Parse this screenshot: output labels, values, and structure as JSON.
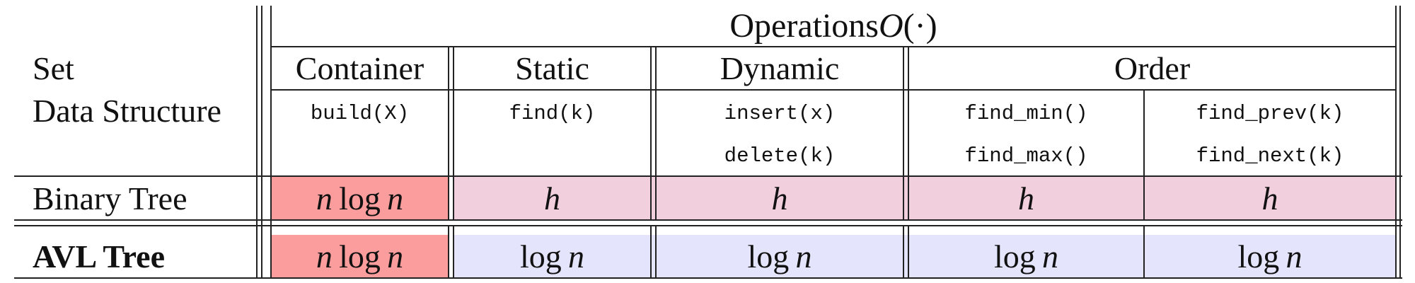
{
  "header": {
    "row_header_line1": "Set",
    "row_header_line2": "Data Structure",
    "operations_title": "Operations ",
    "operations_symbol": "O",
    "operations_paren": "(·)"
  },
  "columns": {
    "container": {
      "label": "Container",
      "ops": [
        "build(X)"
      ]
    },
    "static": {
      "label": "Static",
      "ops": [
        "find(k)"
      ]
    },
    "dynamic": {
      "label": "Dynamic",
      "ops": [
        "insert(x)",
        "delete(k)"
      ]
    },
    "order": {
      "label": "Order",
      "ops_a": [
        "find_min()",
        "find_max()"
      ],
      "ops_b": [
        "find_prev(k)",
        "find_next(k)"
      ]
    }
  },
  "rows": [
    {
      "name": "Binary Tree",
      "bold": false,
      "cells": [
        {
          "pre": "n",
          "word": "log",
          "post": "n"
        },
        {
          "pre": "",
          "word": "",
          "post": "h"
        },
        {
          "pre": "",
          "word": "",
          "post": "h"
        },
        {
          "pre": "",
          "word": "",
          "post": "h"
        },
        {
          "pre": "",
          "word": "",
          "post": "h"
        }
      ]
    },
    {
      "name": "AVL Tree",
      "bold": true,
      "cells": [
        {
          "pre": "n",
          "word": "log",
          "post": "n"
        },
        {
          "pre": "",
          "word": "log",
          "post": "n"
        },
        {
          "pre": "",
          "word": "log",
          "post": "n"
        },
        {
          "pre": "",
          "word": "log",
          "post": "n"
        },
        {
          "pre": "",
          "word": "log",
          "post": "n"
        }
      ]
    }
  ],
  "colors": {
    "container_fill": "#fb9d9d",
    "binary_tree_fill": "#f2cfdc",
    "avl_tree_fill": "#e4e4fc"
  }
}
